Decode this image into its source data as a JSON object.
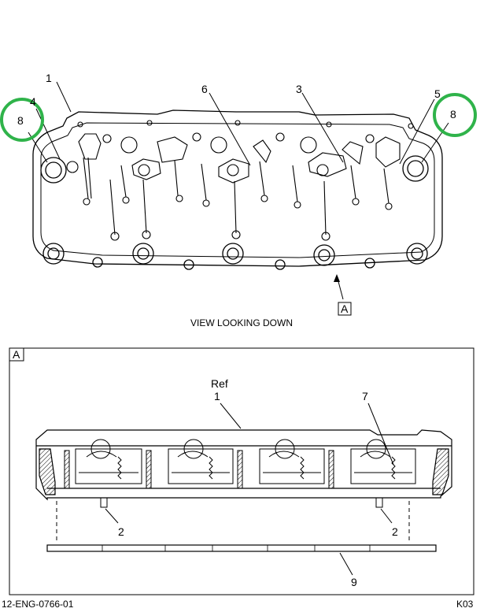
{
  "top_view": {
    "callouts": {
      "c1": "1",
      "c3": "3",
      "c4": "4",
      "c5": "5",
      "c6": "6",
      "c8_left": "8",
      "c8_right": "8"
    },
    "section_marker": "A",
    "caption": "VIEW LOOKING DOWN"
  },
  "section_view": {
    "frame_label": "A",
    "ref_text": "Ref",
    "callouts": {
      "c1": "1",
      "c7": "7",
      "c2_left": "2",
      "c2_right": "2",
      "c9": "9"
    }
  },
  "footer": {
    "left_code": "12-ENG-0766-01",
    "right_code": "K03"
  },
  "colors": {
    "highlight_circle": "#2fb34a",
    "line": "#000000"
  },
  "icons": {
    "section_arrow": "arrow-up-icon"
  }
}
